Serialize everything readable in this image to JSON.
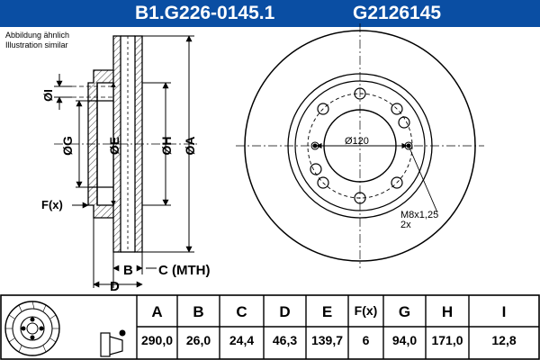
{
  "header": {
    "part_number": "B1.G226-0145.1",
    "reference": "G2126145",
    "accent_color": "#0a4ea3"
  },
  "notes": {
    "line1": "Abbildung ähnlich",
    "line2": "Illustration similar"
  },
  "dimension_labels": {
    "I": "ØI",
    "G": "ØG",
    "E": "ØE",
    "H": "ØH",
    "A": "ØA",
    "F": "F(x)",
    "B": "B",
    "C": "C (MTH)",
    "D": "D"
  },
  "front_view": {
    "pcd_label": "Ø120",
    "thread_label": "M8x1,25",
    "thread_count": "2x"
  },
  "spec_table": {
    "headers": [
      "A",
      "B",
      "C",
      "D",
      "E",
      "F(x)",
      "G",
      "H",
      "I"
    ],
    "values": [
      "290,0",
      "26,0",
      "24,4",
      "46,3",
      "139,7",
      "6",
      "94,0",
      "171,0",
      "12,8"
    ]
  }
}
